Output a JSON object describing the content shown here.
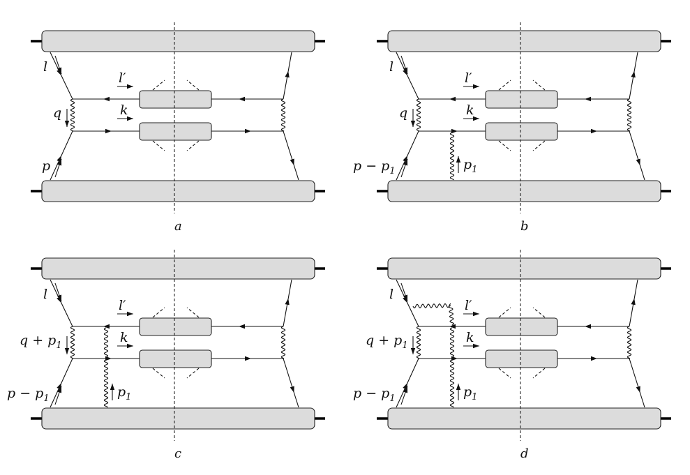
{
  "panels": [
    {
      "caption": "a",
      "labels": {
        "l": "l",
        "lprime": "l′",
        "k": "k",
        "q": "q",
        "q_sub": "",
        "p": "p",
        "p_sub": ""
      },
      "p1_label": "",
      "exchange": "none"
    },
    {
      "caption": "b",
      "labels": {
        "l": "l",
        "lprime": "l′",
        "k": "k",
        "q": "q",
        "q_sub": "",
        "p": "p − p",
        "p_sub": "1"
      },
      "p1_label": "p",
      "exchange": "k-line"
    },
    {
      "caption": "c",
      "labels": {
        "l": "l",
        "lprime": "l′",
        "k": "k",
        "q": "q + p",
        "q_sub": "1",
        "p": "p − p",
        "p_sub": "1"
      },
      "p1_label": "p",
      "exchange": "both-lines"
    },
    {
      "caption": "d",
      "labels": {
        "l": "l",
        "lprime": "l′",
        "k": "k",
        "q": "q + p",
        "q_sub": "1",
        "p": "p − p",
        "p_sub": "1"
      },
      "p1_label": "p",
      "exchange": "both-lines-with-emission"
    }
  ],
  "p1_subscript": "1",
  "colors": {
    "blob_fill": "#dcdcdc",
    "line": "#111111"
  }
}
